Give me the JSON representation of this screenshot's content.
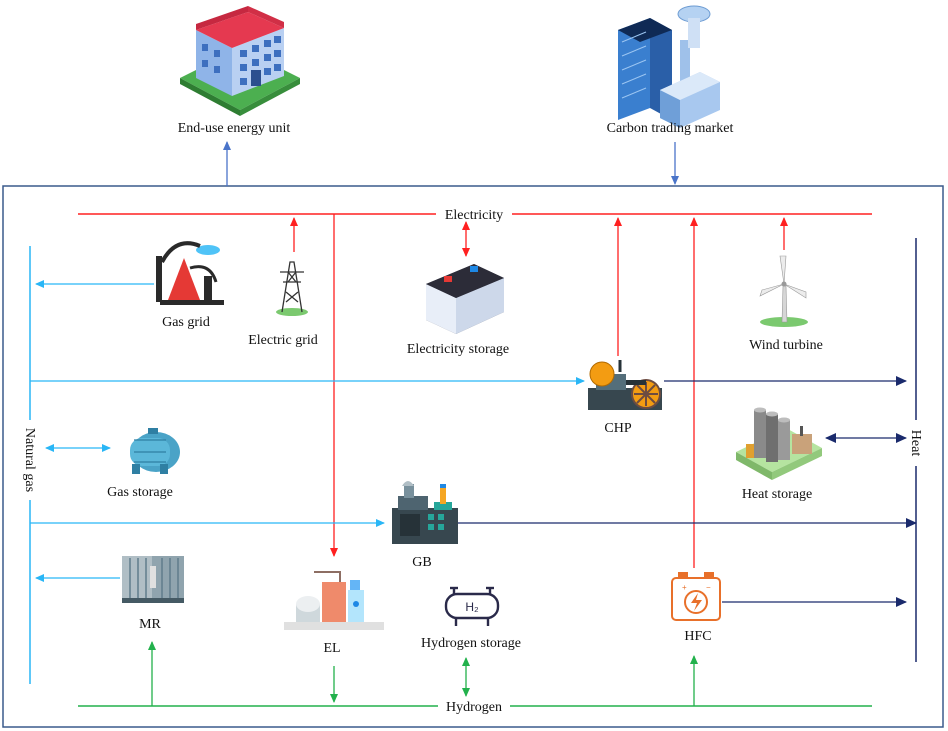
{
  "colors": {
    "electricity": "#ff2020",
    "gas": "#29b6f6",
    "heat": "#1a2a6c",
    "hydrogen": "#22b14c",
    "frame": "#3a5a8c",
    "external": "#4a74c9"
  },
  "labels": {
    "end_use": "End-use energy unit",
    "carbon_market": "Carbon trading market",
    "electricity_bus": "Electricity",
    "hydrogen_bus": "Hydrogen",
    "natural_gas_bus": "Natural gas",
    "heat_bus": "Heat",
    "gas_grid": "Gas grid",
    "electric_grid": "Electric grid",
    "electricity_storage": "Electricity storage",
    "wind_turbine": "Wind turbine",
    "chp": "CHP",
    "heat_storage": "Heat storage",
    "gas_storage": "Gas storage",
    "gb": "GB",
    "mr": "MR",
    "el": "EL",
    "hydrogen_storage": "Hydrogen storage",
    "hfc": "HFC",
    "h2_tag": "H₂"
  },
  "icons": {
    "end_use": "office-building-icon",
    "carbon_market": "city-tower-icon",
    "gas_grid": "oil-pump-icon",
    "electric_grid": "transmission-tower-icon",
    "electricity_storage": "battery-icon",
    "wind_turbine": "wind-turbine-icon",
    "chp": "engine-icon",
    "heat_storage": "silo-plant-icon",
    "gas_storage": "gas-tank-icon",
    "gb": "boiler-icon",
    "mr": "methanation-reactor-icon",
    "el": "electrolyzer-icon",
    "hydrogen_storage": "hydrogen-tank-icon",
    "hfc": "fuel-cell-icon"
  }
}
